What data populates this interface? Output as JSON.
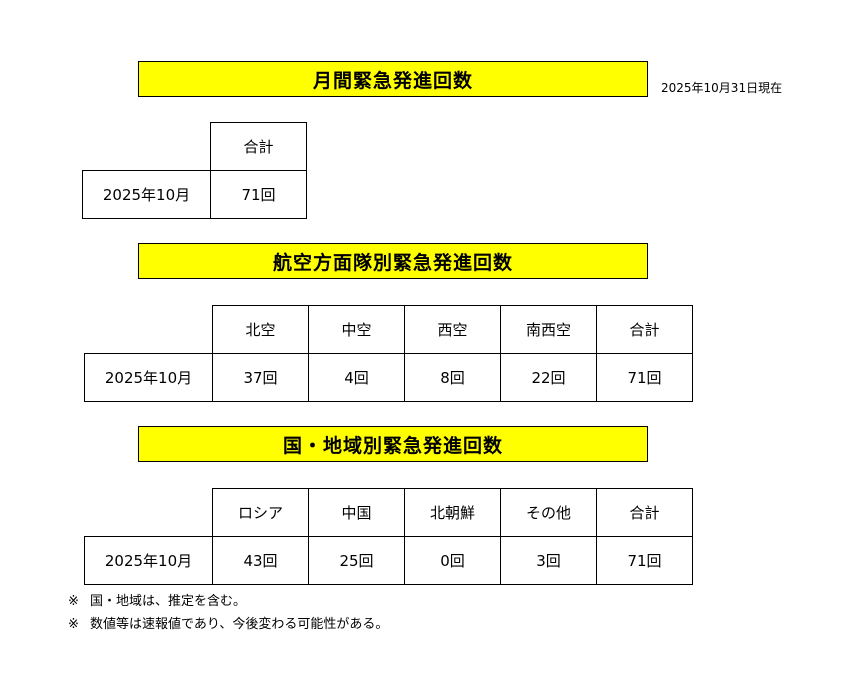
{
  "as_of": "2025年10月31日現在",
  "section1": {
    "title": "月間緊急発進回数",
    "headers": [
      "合計"
    ],
    "row_label": "2025年10月",
    "values": [
      "71回"
    ]
  },
  "section2": {
    "title": "航空方面隊別緊急発進回数",
    "headers": [
      "北空",
      "中空",
      "西空",
      "南西空",
      "合計"
    ],
    "row_label": "2025年10月",
    "values": [
      "37回",
      "4回",
      "8回",
      "22回",
      "71回"
    ]
  },
  "section3": {
    "title": "国・地域別緊急発進回数",
    "headers": [
      "ロシア",
      "中国",
      "北朝鮮",
      "その他",
      "合計"
    ],
    "row_label": "2025年10月",
    "values": [
      "43回",
      "25回",
      "0回",
      "3回",
      "71回"
    ]
  },
  "notes": [
    {
      "mark": "※",
      "text": "国・地域は、推定を含む。"
    },
    {
      "mark": "※",
      "text": "数値等は速報値であり、今後変わる可能性がある。"
    }
  ],
  "colors": {
    "title_background": "#FFFF00",
    "border": "#000000"
  }
}
